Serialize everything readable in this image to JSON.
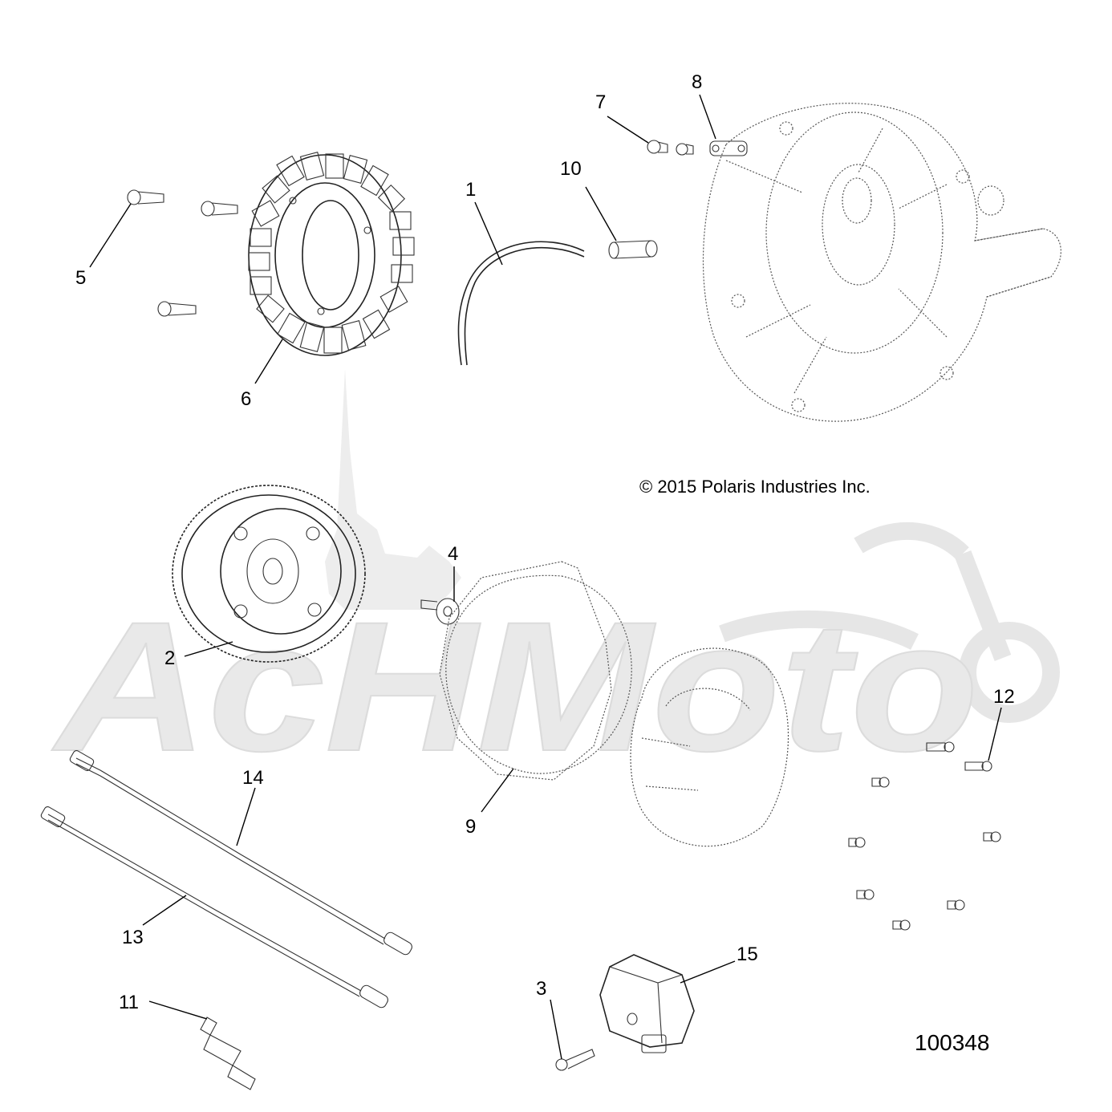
{
  "watermark": {
    "text": "AcHMoto",
    "color": "#e6e6e6"
  },
  "copyright": "© 2015 Polaris Industries Inc.",
  "figure_number": "100348",
  "callouts": [
    {
      "id": "1",
      "label": "1"
    },
    {
      "id": "2",
      "label": "2"
    },
    {
      "id": "3",
      "label": "3"
    },
    {
      "id": "4",
      "label": "4"
    },
    {
      "id": "5",
      "label": "5"
    },
    {
      "id": "6",
      "label": "6"
    },
    {
      "id": "7",
      "label": "7"
    },
    {
      "id": "8",
      "label": "8"
    },
    {
      "id": "9",
      "label": "9"
    },
    {
      "id": "10",
      "label": "10"
    },
    {
      "id": "11",
      "label": "11"
    },
    {
      "id": "12",
      "label": "12"
    },
    {
      "id": "13",
      "label": "13"
    },
    {
      "id": "14",
      "label": "14"
    },
    {
      "id": "15",
      "label": "15"
    }
  ],
  "colors": {
    "line": "#222222",
    "background": "#ffffff"
  }
}
